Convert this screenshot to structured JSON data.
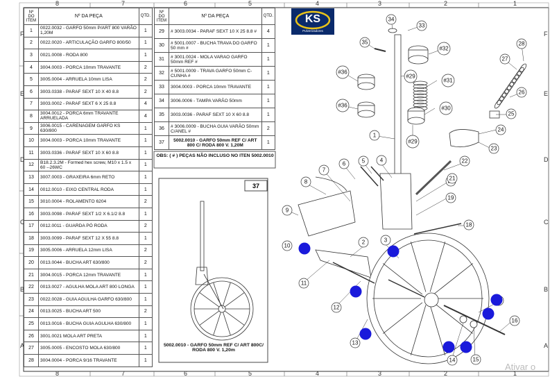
{
  "columns_top": [
    "8",
    "7",
    "6",
    "5",
    "4",
    "3",
    "2",
    "1"
  ],
  "rows_left": [
    "F",
    "E",
    "D",
    "C",
    "B",
    "A"
  ],
  "table_left": {
    "headers": {
      "item": "Nº DO ITEM",
      "part": "Nº DA PEÇA",
      "qty": "QTD."
    },
    "rows": [
      {
        "n": "1",
        "part": "0022.0032 - GARFO 50mm P/ART 800 VARÃO 1,20M",
        "q": "1"
      },
      {
        "n": "2",
        "part": "0022.0020 - ARTICULAÇÃO GARFO 800/50",
        "q": "1"
      },
      {
        "n": "3",
        "part": "0021.0008 - RODA 800",
        "q": "1"
      },
      {
        "n": "4",
        "part": "3004.0003 - PORCA 10mm TRAVANTE",
        "q": "2"
      },
      {
        "n": "5",
        "part": "3005.0004 - ARRUELA 10mm LISA",
        "q": "2"
      },
      {
        "n": "6",
        "part": "3003.0338 - PARAF SEXT 10 X 40 8.8",
        "q": "2"
      },
      {
        "n": "7",
        "part": "3003.0002 - PARAF SEXT 6 X 25 8.8",
        "q": "4"
      },
      {
        "n": "8",
        "part": "3004.0012 - PORCA 6mm TRAVANTE ARRUELADA",
        "q": "4"
      },
      {
        "n": "9",
        "part": "3006.0015 - CARENAGEM GARFO KS 630/800",
        "q": "1"
      },
      {
        "n": "10",
        "part": "3004.0003 - PORCA 10mm TRAVANTE",
        "q": "1"
      },
      {
        "n": "11",
        "part": "3003.0336 - PARAF SEXT 10 X 60 8.8",
        "q": "1"
      },
      {
        "n": "12",
        "part": "B18.2.3.2M - Formed hex screw, M10 x 1.5 x 60 --26WC",
        "q": "1"
      },
      {
        "n": "13",
        "part": "3007.0003 - GRAXEIRA 6mm RETO",
        "q": "1"
      },
      {
        "n": "14",
        "part": "0012.0010 - EIXO CENTRAL RODA",
        "q": "1"
      },
      {
        "n": "15",
        "part": "3010.0004 - ROLAMENTO 6204",
        "q": "2"
      },
      {
        "n": "16",
        "part": "3003.0098 - PARAF SEXT 1/2 X 6.1/2     8.8",
        "q": "1"
      },
      {
        "n": "17",
        "part": "0012.0011 - GUARDA PÓ RODA",
        "q": "2"
      },
      {
        "n": "18",
        "part": "3003.0099 - PARAF SEXT 12 X 55 8.8",
        "q": "1"
      },
      {
        "n": "19",
        "part": "3005.0006 - ARRUELA 12mm LISA",
        "q": "2"
      },
      {
        "n": "20",
        "part": "0013.0044 - BUCHA  ART 630/800",
        "q": "2"
      },
      {
        "n": "21",
        "part": "3004.0015 - PORCA  12mm TRAVANTE",
        "q": "1"
      },
      {
        "n": "22",
        "part": "0013.0027 - AGULHA MOLA ART 800 LONGA",
        "q": "1"
      },
      {
        "n": "23",
        "part": "0022.0028 - GUIA AGULHA GARFO 630/800",
        "q": "1"
      },
      {
        "n": "24",
        "part": "0013.0025 - BUCHA ART 500",
        "q": "2"
      },
      {
        "n": "25",
        "part": "0013.0016 - BUCHA GUIA AGULHA 630/800",
        "q": "1"
      },
      {
        "n": "26",
        "part": "3001.0021 MOLA ART PRETA",
        "q": "1"
      },
      {
        "n": "27",
        "part": "3005.0005 - ENCOSTO MOLA 630/800",
        "q": "1"
      },
      {
        "n": "28",
        "part": "3004.0004 - PORCA 9/16 TRAVANTE",
        "q": "1"
      }
    ]
  },
  "table_right": {
    "headers": {
      "item": "Nº DO ITEM",
      "part": "Nº DA PEÇA",
      "qty": "QTD."
    },
    "rows": [
      {
        "n": "29",
        "part": "# 3003.0034 - PARAF SEXT 10 X 25 8.8 #",
        "q": "4"
      },
      {
        "n": "30",
        "part": "# 5001.0007 - BUCHA TRAVA DO GARFO 50 mm #",
        "q": "1"
      },
      {
        "n": "31",
        "part": "# 3001.0024 - MOLA VARAO GARFO 50mm REF #",
        "q": "1"
      },
      {
        "n": "32",
        "part": "# 5001.0009 - TRAVA GARFO 50mm C-CUNHA #",
        "q": "1"
      },
      {
        "n": "33",
        "part": "3004.0003 - PORCA 10mm TRAVANTE",
        "q": "1"
      },
      {
        "n": "34",
        "part": "3006.0006 - TAMPA VARÃO 50mm",
        "q": "1"
      },
      {
        "n": "35",
        "part": "3003.0036 - PARAF SEXT 10 X 60 8.8",
        "q": "1"
      },
      {
        "n": "36",
        "part": "# 3006.0009 - BUCHA GUIA VARÃO 50mm C/ANEL #",
        "q": "2"
      },
      {
        "n": "37",
        "part": "5002.0010 - GARFO 50mm REF C/ ART 800 C/ RODA 800 V. 1,20M",
        "q": "1"
      }
    ]
  },
  "obs_text": "OBS: ( # ) PEÇAS NÃO INCLUSO NO ITEN 5002.0010",
  "assembly": {
    "label": "37",
    "title": "5002.0010 - GARFO 50mm REF C/ ART 800C/ RODA 800 V. 1,20m"
  },
  "logo": {
    "text": "KS",
    "subtitle": "Pulverizadores"
  },
  "callouts": [
    "1",
    "2",
    "3",
    "4",
    "5",
    "6",
    "7",
    "8",
    "9",
    "10",
    "11",
    "12",
    "13",
    "14",
    "15",
    "16",
    "17",
    "18",
    "19",
    "20",
    "21",
    "22",
    "23",
    "24",
    "25",
    "26",
    "27",
    "28",
    "#29",
    "#29",
    "#30",
    "#31",
    "#32",
    "33",
    "34",
    "35",
    "#36",
    "#36"
  ],
  "watermark": "Ativar o",
  "colors": {
    "marker": "#1a1adb",
    "logo_bg": "#0a2a6b",
    "logo_ring": "#e8c21a"
  }
}
